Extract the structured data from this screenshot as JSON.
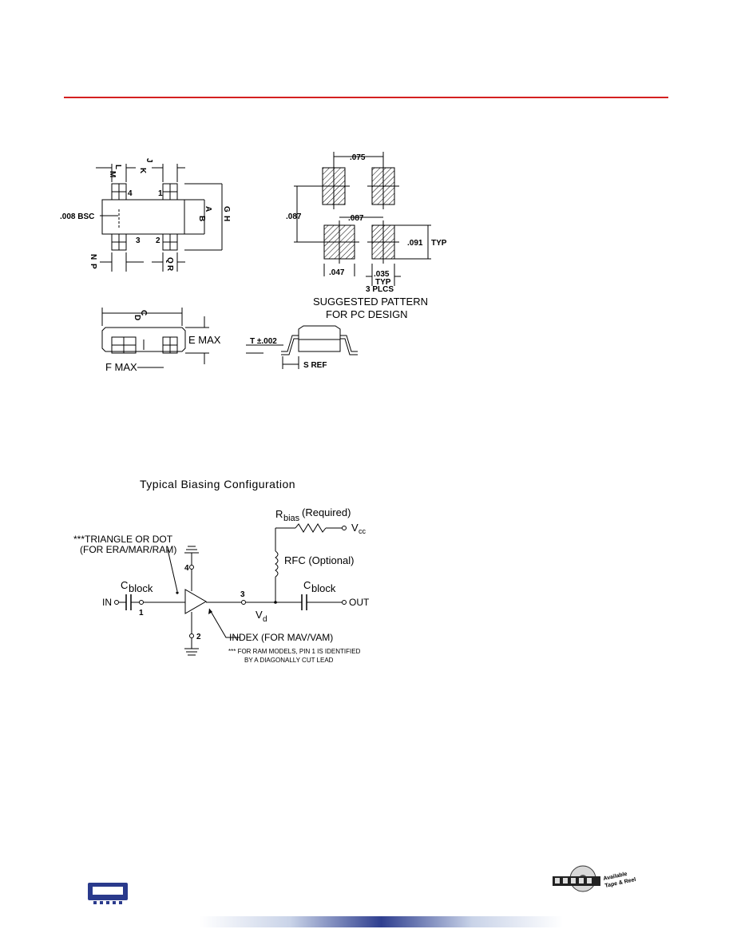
{
  "colors": {
    "rule": "#d42020",
    "brand": "#2a3a8c"
  },
  "outline": {
    "pins": [
      "4",
      "1",
      "3",
      "2"
    ],
    "dim_letters": {
      "L": "L",
      "M": "M",
      "J": "J",
      "K": "K",
      "A": "A",
      "B": "B",
      "G": "G",
      "H": "H",
      "N": "N",
      "P": "P",
      "Q": "Q",
      "R": "R",
      "C": "C",
      "D": "D"
    },
    "bsc": ".008 BSC",
    "e_max": "E MAX",
    "f_max": "F MAX",
    "t_tol": "T ±.002",
    "s_ref": "S REF"
  },
  "pattern": {
    "d075": ".075",
    "d087_left": ".087",
    "d087_mid": ".087",
    "d091": ".091",
    "typ": "TYP",
    "d047": ".047",
    "d035": ".035",
    "typ2": "TYP",
    "plcs": "3 PLCS",
    "caption_1": "SUGGESTED PATTERN",
    "caption_2": "FOR PC DESIGN"
  },
  "biasing": {
    "title": "Typical Biasing Configuration",
    "rbias_r": "R",
    "rbias_sub": "bias",
    "rbias_note": "(Required)",
    "vcc_v": "V",
    "vcc_sub": "cc",
    "rfc": "RFC (Optional)",
    "triangle_1": "***TRIANGLE OR DOT",
    "triangle_2": "(FOR ERA/MAR/RAM)",
    "cblock_c": "C",
    "cblock_sub": "block",
    "in": "IN",
    "out": "OUT",
    "pin1": "1",
    "pin2": "2",
    "pin3": "3",
    "pin4": "4",
    "vd_v": "V",
    "vd_sub": "d",
    "index": "INDEX (FOR MAV/VAM)",
    "note_1": "*** FOR RAM MODELS, PIN 1 IS IDENTIFIED",
    "note_2": "BY A DIAGONALLY CUT LEAD"
  },
  "footer": {
    "badge_1": "Available",
    "badge_2": "Tape & Reel"
  }
}
